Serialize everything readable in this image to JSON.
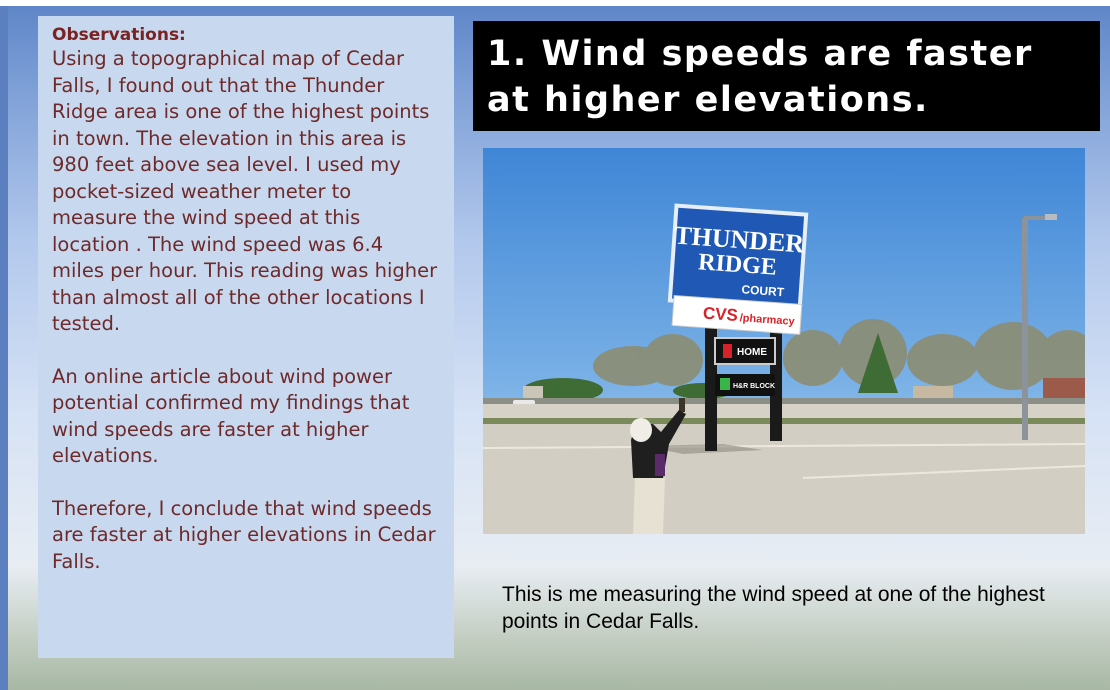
{
  "observations": {
    "heading": "Observations:",
    "paragraphs": [
      "Using a topographical map of Cedar Falls, I found out that the Thunder Ridge area is one of the highest points in town. The elevation in this area is 980 feet above sea level. I used my pocket-sized weather meter to measure the wind speed at this location . The wind speed was 6.4 miles per hour. This reading was higher than almost all of the other locations I tested.",
      "An online article about wind power potential confirmed my findings that wind speeds are faster at higher elevations.",
      "Therefore, I conclude that wind speeds are faster at higher elevations in Cedar Falls."
    ]
  },
  "title": "1. Wind speeds are faster at higher elevations.",
  "photo": {
    "sign_line1": "THUNDER",
    "sign_line2": "RIDGE",
    "sign_line3": "COURT",
    "cvs_brand": "CVS",
    "cvs_suffix": "/pharmacy",
    "home_label": "HOME",
    "hrblock_label": "H&R BLOCK"
  },
  "caption": "This is me measuring the wind speed at one of the highest points in Cedar Falls.",
  "colors": {
    "panel_bg": "#c8d8ef",
    "panel_text": "#6e2a2a",
    "title_bg": "#000000",
    "title_text": "#ffffff",
    "sign_blue": "#1f58b5",
    "cvs_red": "#d8222a"
  }
}
